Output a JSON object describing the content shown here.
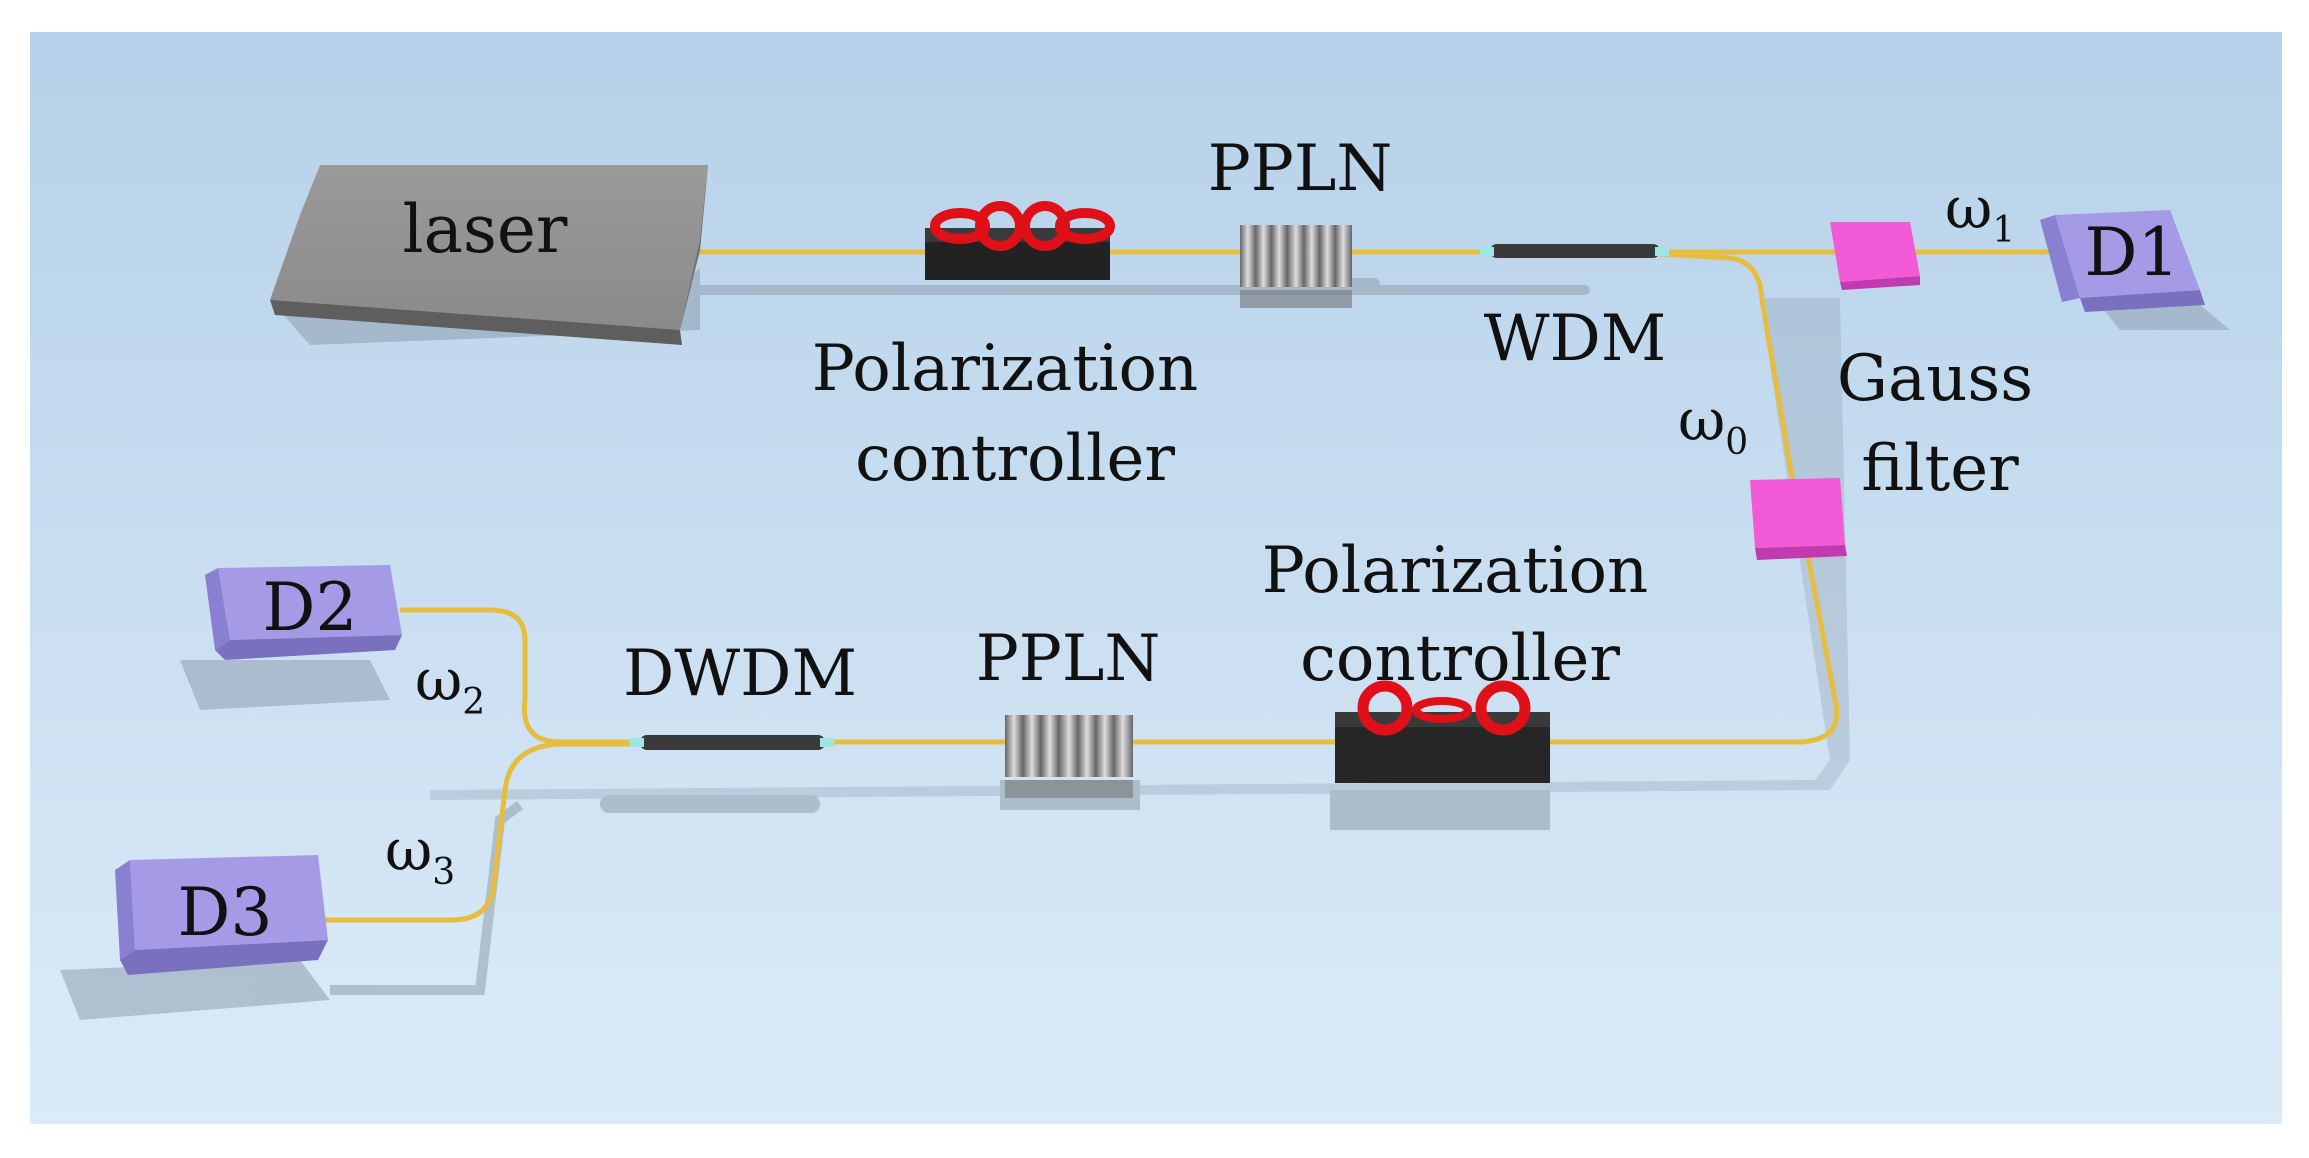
{
  "labels": {
    "laser": "laser",
    "pc1": [
      "Polarization",
      "controller"
    ],
    "ppln1": "PPLN",
    "wdm": "WDM",
    "gauss_filter": [
      "Gauss",
      "filter"
    ],
    "d1": "D1",
    "omega1": {
      "base": "ω",
      "sub": "1"
    },
    "omega0": {
      "base": "ω",
      "sub": "0"
    },
    "pc2": [
      "Polarization",
      "controller"
    ],
    "ppln2": "PPLN",
    "dwdm": "DWDM",
    "d2": "D2",
    "d3": "D3",
    "omega2": {
      "base": "ω",
      "sub": "2"
    },
    "omega3": {
      "base": "ω",
      "sub": "3"
    }
  },
  "colors": {
    "background_top": "#b8d3ea",
    "background_bottom": "#dbeaf7",
    "fiber": "#e8c040",
    "detector": "#a49ae6",
    "filter": "#f25ad8",
    "laser": "#8e8e8e",
    "controller_base": "#2b2b2b",
    "controller_loop": "#e0101a"
  }
}
